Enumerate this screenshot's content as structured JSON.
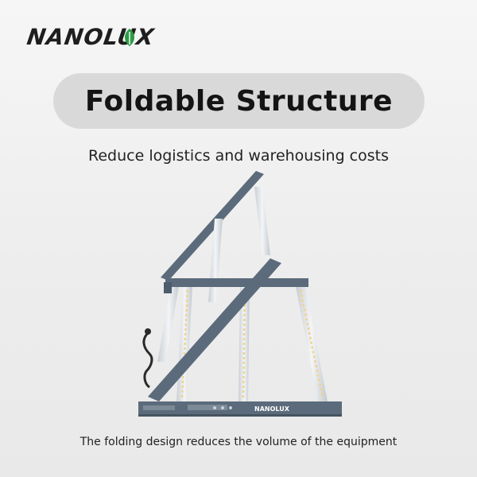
{
  "brand": {
    "logo_text": "NANOLUX",
    "logo_icon": "leaf-icon",
    "leaf_color": "#2e9b47"
  },
  "header": {
    "title": "Foldable Structure"
  },
  "subtitle": "Reduce logistics and warehousing costs",
  "caption": "The folding design reduces the volume of the equipment",
  "product": {
    "image": "foldable-led-grow-light",
    "frame_color": "#5b6b7b",
    "bar_color": "#d8dde2",
    "led_color": "#f1d38a",
    "label_text": "NANOLUX"
  }
}
